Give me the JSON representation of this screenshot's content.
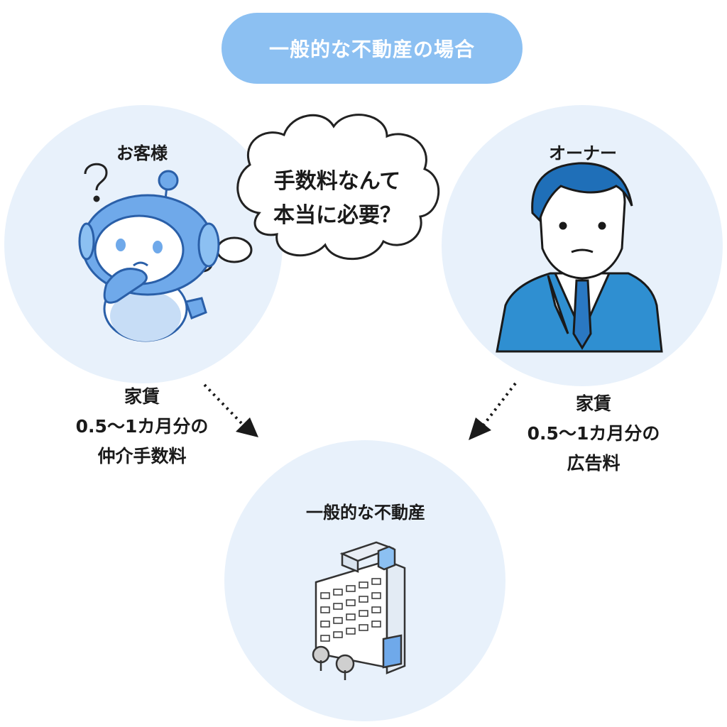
{
  "header": {
    "title": "一般的な不動産の場合"
  },
  "customer": {
    "label": "お客様",
    "thought_line1": "手数料なんて",
    "thought_line2": "本当に必要？"
  },
  "owner": {
    "label": "オーナー"
  },
  "agency": {
    "label": "一般的な不動産"
  },
  "fees": {
    "left": {
      "line1": "家賃",
      "line2": "0.5〜1カ月分の",
      "line3": "仲介手数料"
    },
    "right": {
      "line1": "家賃",
      "line2": "0.5〜1カ月分の",
      "line3": "広告料"
    }
  },
  "colors": {
    "pill": "#8cc0f2",
    "circle": "#e8f1fb",
    "robot": "#6fa9ea",
    "suit": "#2f8fd1",
    "hair": "#1f6fb8",
    "arrow": "#1a1a1a"
  },
  "icons": [
    "robot-mascot-icon",
    "question-mark-icon",
    "businessman-icon",
    "building-icon",
    "thought-bubble-icon",
    "arrow-icon"
  ]
}
